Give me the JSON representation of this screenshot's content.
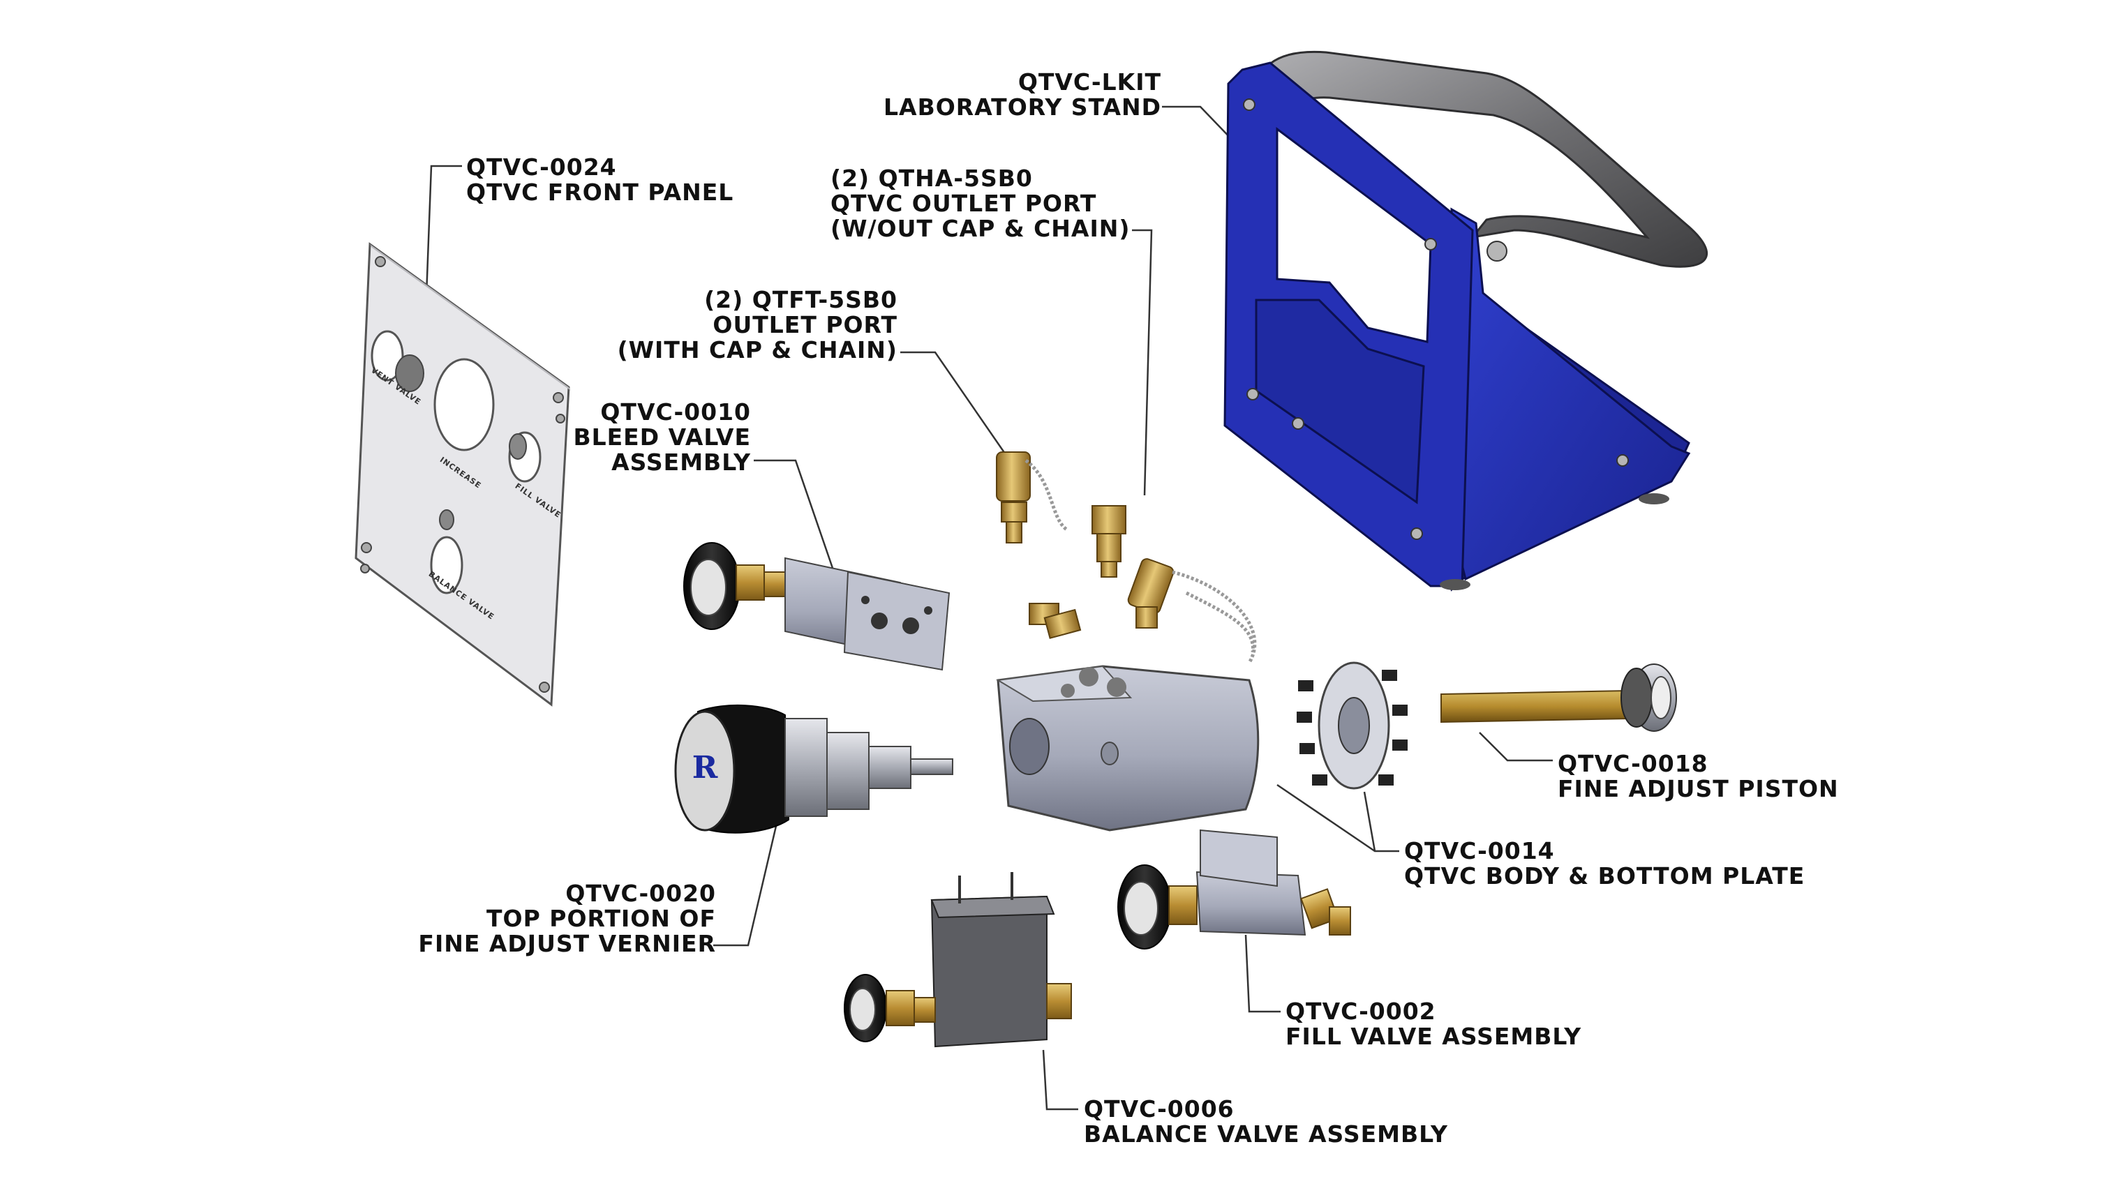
{
  "callouts": {
    "lkit": {
      "part": "QTVC-LKIT",
      "desc1": "LABORATORY STAND"
    },
    "p0024": {
      "part": "QTVC-0024",
      "desc1": "QTVC FRONT PANEL"
    },
    "qtha": {
      "part": "(2) QTHA-5SB0",
      "desc1": "QTVC OUTLET PORT",
      "desc2": "(W/OUT CAP & CHAIN)"
    },
    "qtft": {
      "part": "(2) QTFT-5SB0",
      "desc1": "OUTLET PORT",
      "desc2": "(WITH CAP & CHAIN)"
    },
    "p0010": {
      "part": "QTVC-0010",
      "desc1": "BLEED VALVE",
      "desc2": "ASSEMBLY"
    },
    "p0018": {
      "part": "QTVC-0018",
      "desc1": "FINE ADJUST PISTON"
    },
    "p0014": {
      "part": "QTVC-0014",
      "desc1": "QTVC BODY & BOTTOM PLATE"
    },
    "p0020": {
      "part": "QTVC-0020",
      "desc1": "TOP PORTION OF",
      "desc2": "FINE ADJUST VERNIER"
    },
    "p0002": {
      "part": "QTVC-0002",
      "desc1": "FILL VALVE ASSEMBLY"
    },
    "p0006": {
      "part": "QTVC-0006",
      "desc1": "BALANCE VALVE ASSEMBLY"
    }
  },
  "panel_labels": {
    "vent": "VENT VALVE",
    "increase": "INCREASE",
    "fill": "FILL VALVE",
    "balance": "BALANCE VALVE"
  },
  "colors": {
    "stand_blue": "#2a35b8",
    "handle_gray": "#7d7d80",
    "brass": "#c9a24a",
    "body_gray": "#a7acbd",
    "panel_gray": "#dcdcdf",
    "knob_black": "#141414",
    "leader": "#333333"
  }
}
